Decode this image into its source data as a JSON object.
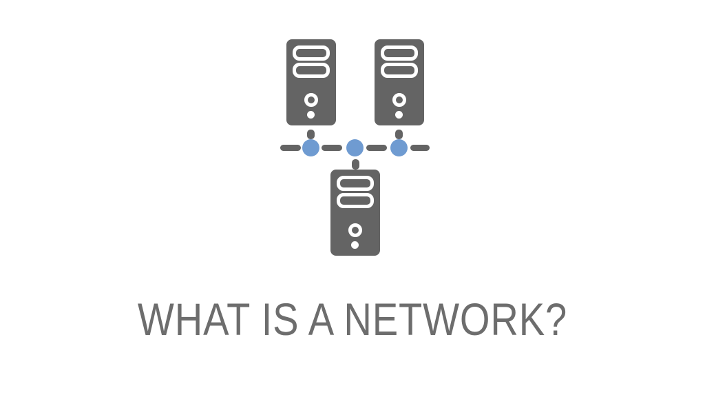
{
  "theme": {
    "background": "#ffffff",
    "server-gray": "#646464",
    "node-blue": "#6f9bd1",
    "title-color": "#6d6d6d"
  },
  "slide": {
    "title": "WHAT IS A NETWORK?"
  },
  "diagram": {
    "server_count": 3,
    "node_count": 3,
    "icons": [
      "server-tower-icon",
      "server-tower-icon",
      "server-tower-icon",
      "network-node-icon",
      "network-node-icon",
      "network-node-icon"
    ],
    "server_color": "#646464",
    "node_color": "#6f9bd1"
  }
}
